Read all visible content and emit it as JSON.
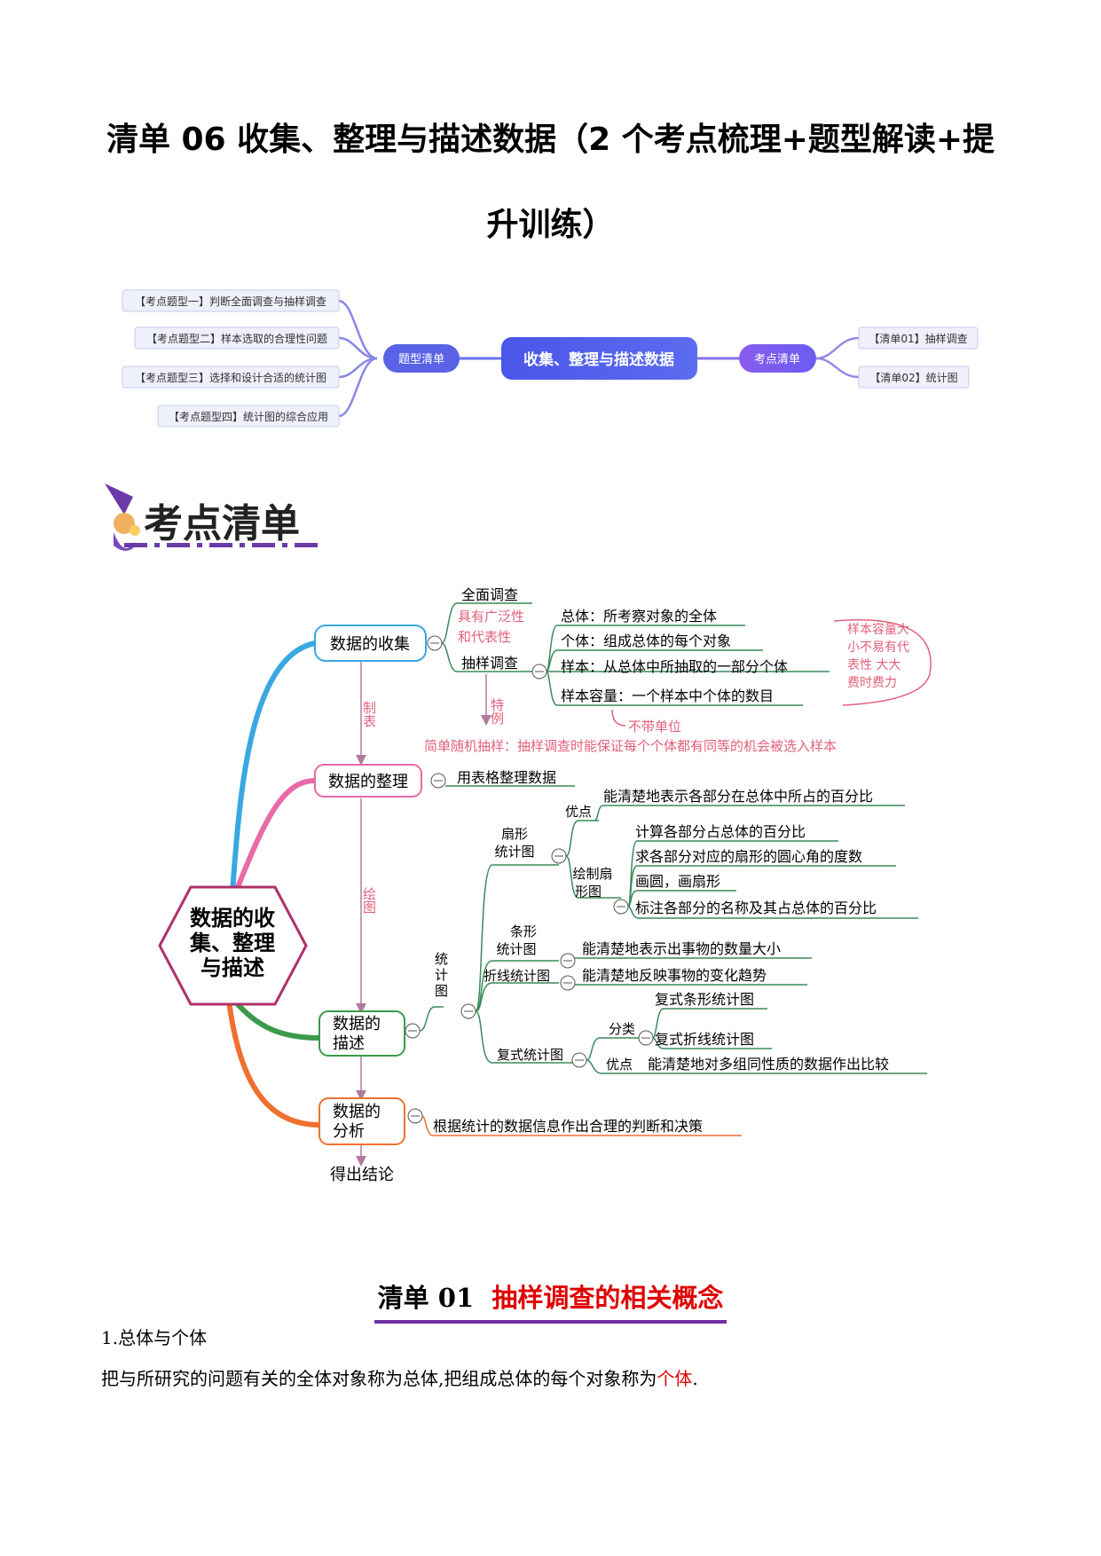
{
  "title": {
    "line1": "清单 06 收集、整理与描述数据（2 个考点梳理+题型解读+提",
    "line2": "升训练）"
  },
  "overview": {
    "center": "收集、整理与描述数据",
    "left_hub": "题型清单",
    "right_hub": "考点清单",
    "left_items": [
      "【考点题型一】判断全面调查与抽样调查",
      "【考点题型二】样本选取的合理性问题",
      "【考点题型三】选择和设计合适的统计图",
      "【考点题型四】统计图的综合应用"
    ],
    "right_items": [
      "【清单01】抽样调查",
      "【清单02】统计图"
    ]
  },
  "banner": {
    "text": "考点清单"
  },
  "mindmap": {
    "center": [
      "数据的收",
      "集、整理",
      "与描述"
    ],
    "collect": "数据的收集",
    "full_survey": "全面调查",
    "sample_survey": "抽样调查",
    "pink_note1": "具有广泛性",
    "pink_note2": "和代表性",
    "population": "总体：所考察对象的全体",
    "individual": "个体：组成总体的每个对象",
    "sample": "样本：从总体中所抽取的一部分个体",
    "sample_size": "样本容量：一个样本中个体的数目",
    "no_unit": "不带单位",
    "te_li": "特例",
    "zhi_biao": "制表",
    "hui_tu": "绘图",
    "side_note": [
      "样本容量大",
      "小不易有代",
      "表性  大大",
      "费时费力"
    ],
    "simple_random": "简单随机抽样：抽样调查时能保证每个个体都有同等的机会被选入样本",
    "organize": "数据的整理",
    "organize_leaf": "用表格整理数据",
    "describe": [
      "数据的",
      "描述"
    ],
    "stat_chart": [
      "统",
      "计",
      "图"
    ],
    "pie": [
      "扇形",
      "统计图"
    ],
    "advantage": "优点",
    "pie_adv": "能清楚地表示各部分在总体中所占的百分比",
    "pie_draw": [
      "绘制扇",
      "形图"
    ],
    "pie_steps": [
      "计算各部分占总体的百分比",
      "求各部分对应的扇形的圆心角的度数",
      "画圆，画扇形",
      "标注各部分的名称及其占总体的百分比"
    ],
    "bar": [
      "条形",
      "统计图"
    ],
    "bar_leaf": "能清楚地表示出事物的数量大小",
    "line": "折线统计图",
    "line_leaf": "能清楚地反映事物的变化趋势",
    "compound": "复式统计图",
    "classify": "分类",
    "compound_bar": "复式条形统计图",
    "compound_line": "复式折线统计图",
    "compound_adv": "能清楚地对多组同性质的数据作出比较",
    "analyze": [
      "数据的",
      "分析"
    ],
    "analyze_leaf": "根据统计的数据信息作出合理的判断和决策",
    "conclusion": "得出结论"
  },
  "section1": {
    "prefix": "清单",
    "num": "01",
    "title": "抽样调查的相关概念",
    "sub": "1.总体与个体",
    "para_start": "把与所研究的问题有关的全体对象称为总体,把组成总体的每个对象称为",
    "para_red": "个体",
    "para_end": "."
  }
}
